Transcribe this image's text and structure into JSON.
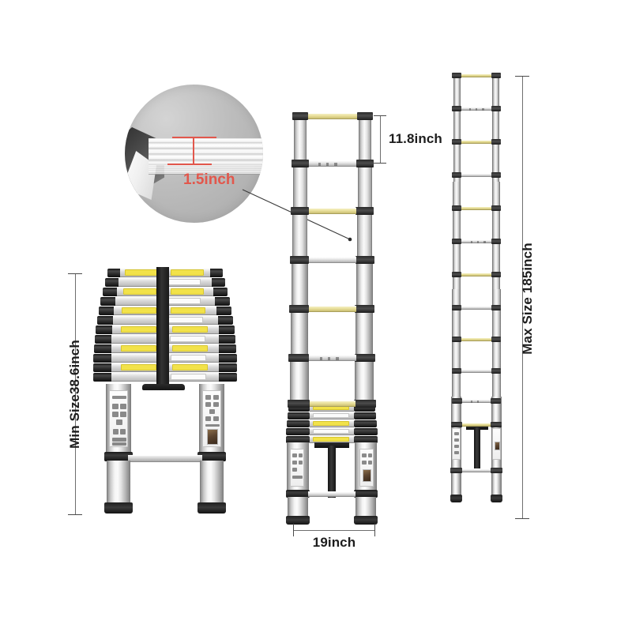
{
  "page": {
    "title": "Telescoping Ladder Dimension Diagram",
    "background_color": "#ffffff"
  },
  "colors": {
    "accent_red": "#e2574c",
    "rung_yellow": "#ece4a4",
    "sticker_yellow": "#f2e24a",
    "metal_silver": "#d2d2d2",
    "dark_collar": "#1a1a1a",
    "dim_line": "#6e6e6e",
    "text": "#1d1d1d",
    "magnifier_gray": "#bdbdbd"
  },
  "magnifier": {
    "name": "rung-thickness-detail",
    "callout_label": "1.5inch",
    "description": "Close-up of stacked telescoping rail sections showing rung thickness"
  },
  "dimensions": {
    "min_size": {
      "label": "Min Size38.6inch",
      "value": 38.6,
      "unit": "inch",
      "orientation": "vertical",
      "applies_to": "collapsed-ladder"
    },
    "rung_spacing": {
      "label": "11.8inch",
      "value": 11.8,
      "unit": "inch",
      "orientation": "vertical",
      "applies_to": "partial-ladder"
    },
    "width": {
      "label": "19inch",
      "value": 19,
      "unit": "inch",
      "orientation": "horizontal",
      "applies_to": "partial-ladder"
    },
    "max_size": {
      "label": "Max Size 185inch",
      "value": 185,
      "unit": "inch",
      "orientation": "vertical",
      "applies_to": "extended-ladder"
    },
    "rung_thickness": {
      "label": "1.5inch",
      "value": 1.5,
      "unit": "inch",
      "applies_to": "magnifier-detail"
    }
  },
  "ladders": {
    "collapsed": {
      "name": "collapsed-ladder",
      "state": "Collapsed",
      "stacked_rung_count": 12,
      "rung_sticker_pattern": [
        "yellow",
        "white",
        "yellow",
        "white",
        "yellow",
        "white",
        "yellow",
        "white",
        "yellow",
        "white",
        "yellow",
        "white"
      ],
      "has_carry_strap": true,
      "has_spreader_bar": true,
      "has_instruction_labels": true
    },
    "partial": {
      "name": "partially-extended-ladder",
      "state": "Partially extended",
      "extended_rung_count": 7,
      "rung_color_pattern": [
        "yellow",
        "white",
        "yellow",
        "white",
        "yellow",
        "white",
        "yellow"
      ],
      "collapsed_rung_count": 4,
      "has_support_bar": true
    },
    "extended": {
      "name": "fully-extended-ladder",
      "state": "Fully extended",
      "rung_count": 13,
      "rung_color_pattern": [
        "yellow",
        "white",
        "yellow",
        "white",
        "yellow",
        "white",
        "yellow",
        "white",
        "yellow",
        "white",
        "yellow",
        "white",
        "yellow"
      ],
      "has_support_bar": true
    }
  }
}
